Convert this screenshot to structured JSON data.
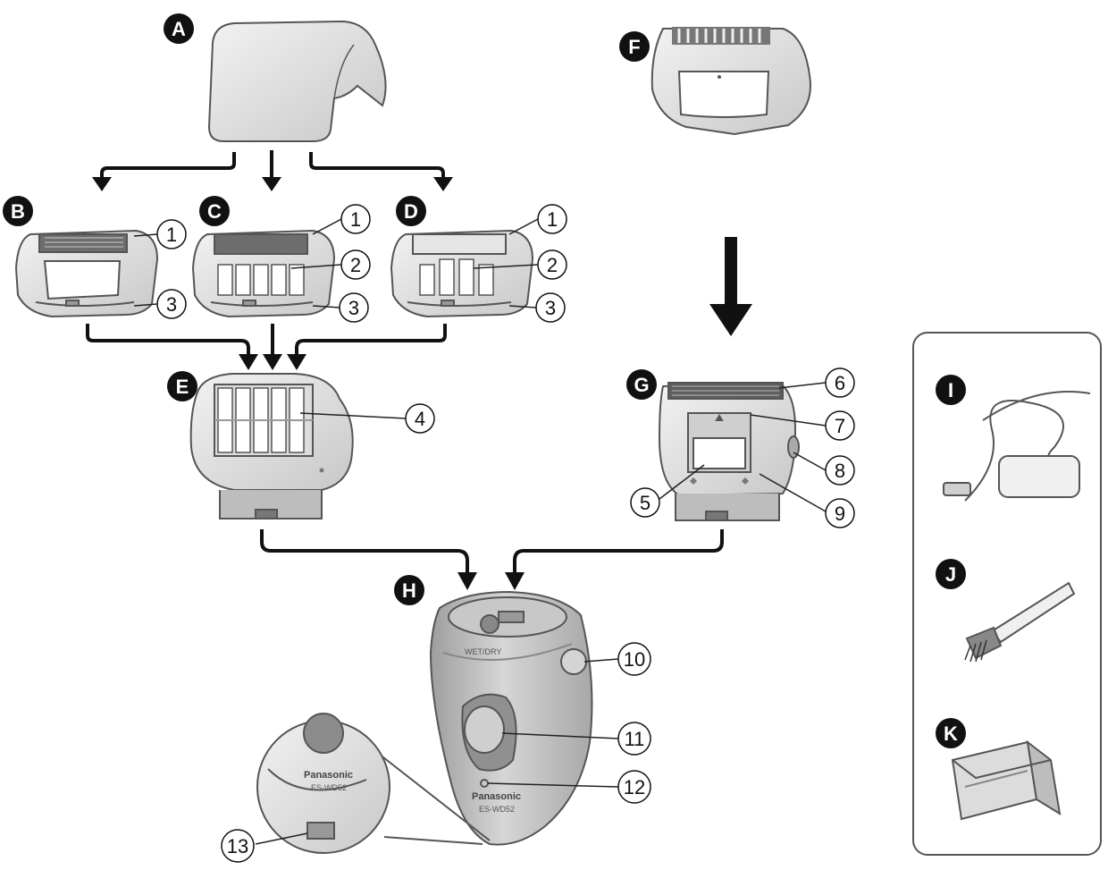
{
  "letters": {
    "A": "A",
    "B": "B",
    "C": "C",
    "D": "D",
    "E": "E",
    "F": "F",
    "G": "G",
    "H": "H",
    "I": "I",
    "J": "J",
    "K": "K"
  },
  "numbers": {
    "n1": "1",
    "n2": "2",
    "n3": "3",
    "n4": "4",
    "n5": "5",
    "n6": "6",
    "n7": "7",
    "n8": "8",
    "n9": "9",
    "n10": "10",
    "n11": "11",
    "n12": "12",
    "n13": "13"
  },
  "device_text": {
    "wet_dry": "WET/DRY",
    "brand": "Panasonic",
    "model": "ES-WD52",
    "inset_brand": "Panasonic",
    "inset_model": "ES-WD52"
  },
  "colors": {
    "part_fill": "#d9d9d9",
    "part_dark": "#8c8c8c",
    "outline": "#555555",
    "arrow": "#111111"
  }
}
